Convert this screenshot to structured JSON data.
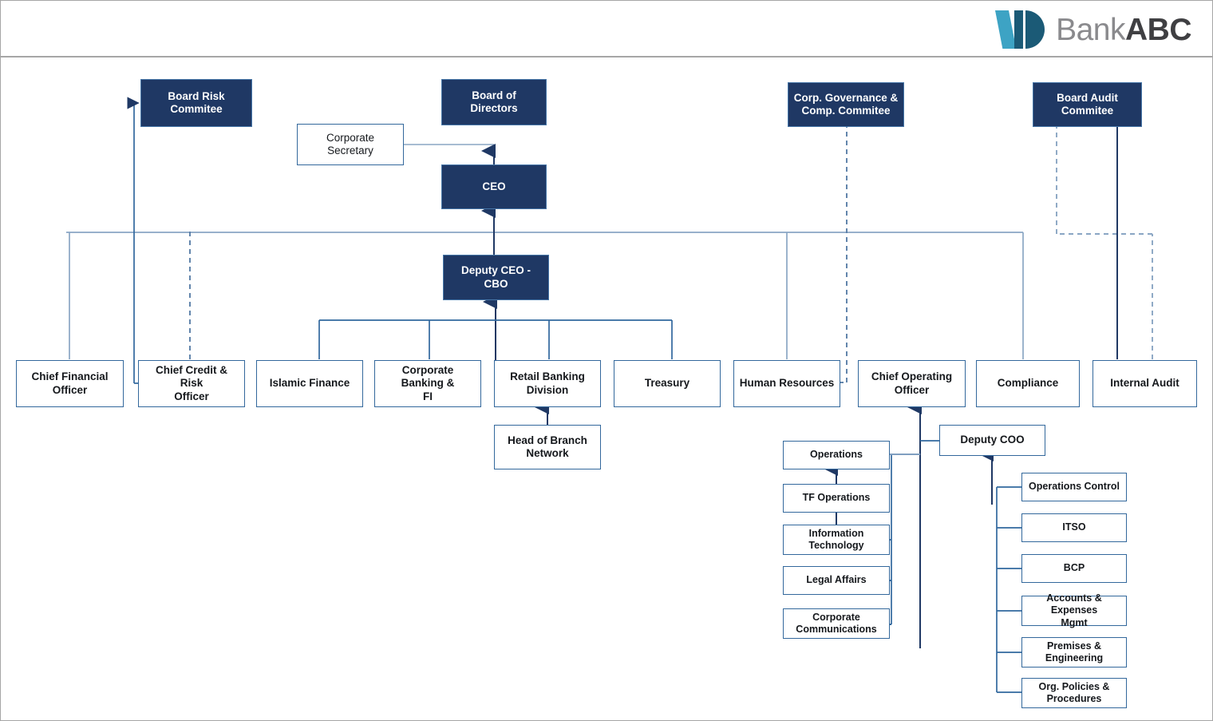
{
  "header": {
    "logo_mark_name": "bank-abc-logo",
    "logo_text_primary": "Bank",
    "logo_text_secondary": "ABC",
    "colors": {
      "logo_light_teal": "#3da3c4",
      "logo_dark_teal": "#1b5a76",
      "logo_gray": "#8a8a8d",
      "logo_dark_gray": "#3f3f42",
      "header_rule": "#a6a6a6"
    }
  },
  "chart_colors": {
    "dark_box_fill": "#1f3864",
    "dark_box_border": "#4676a8",
    "light_box_border": "#33689c",
    "light_box_fill": "#ffffff",
    "connector_solid": "#31689e",
    "connector_dashed": "#8aa6c4",
    "text_dark": "#15181c",
    "text_light": "#ffffff"
  },
  "nodes": {
    "board_risk_committee": "Board Risk\nCommitee",
    "board_of_directors": "Board of Directors",
    "corp_governance_committee": "Corp. Governance &\nComp. Commitee",
    "board_audit_committee": "Board Audit\nCommitee",
    "corporate_secretary": "Corporate Secretary",
    "ceo": "CEO",
    "deputy_ceo_cbo": "Deputy  CEO - CBO",
    "chief_financial_officer": "Chief Financial\nOfficer",
    "chief_credit_risk_officer": "Chief Credit & Risk\nOfficer",
    "islamic_finance": "Islamic Finance",
    "corporate_banking_fi": "Corporate Banking &\nFI",
    "retail_banking_division": "Retail Banking\nDivision",
    "treasury": "Treasury",
    "human_resources": "Human Resources",
    "chief_operating_officer": "Chief Operating\nOfficer",
    "compliance": "Compliance",
    "internal_audit": "Internal Audit",
    "head_of_branch_network": "Head of Branch\nNetwork",
    "deputy_coo": "Deputy COO",
    "operations": "Operations",
    "tf_operations": "TF Operations",
    "information_technology": "Information\nTechnology",
    "legal_affairs": "Legal Affairs",
    "corporate_communications": "Corporate\nCommunications",
    "operations_control": "Operations  Control",
    "itso": "ITSO",
    "bcp": "BCP",
    "accounts_expenses_mgmt": "Accounts & Expenses\nMgmt",
    "premises_engineering": "Premises &\nEngineering",
    "org_policies_procedures": "Org. Policies &\nProcedures"
  }
}
